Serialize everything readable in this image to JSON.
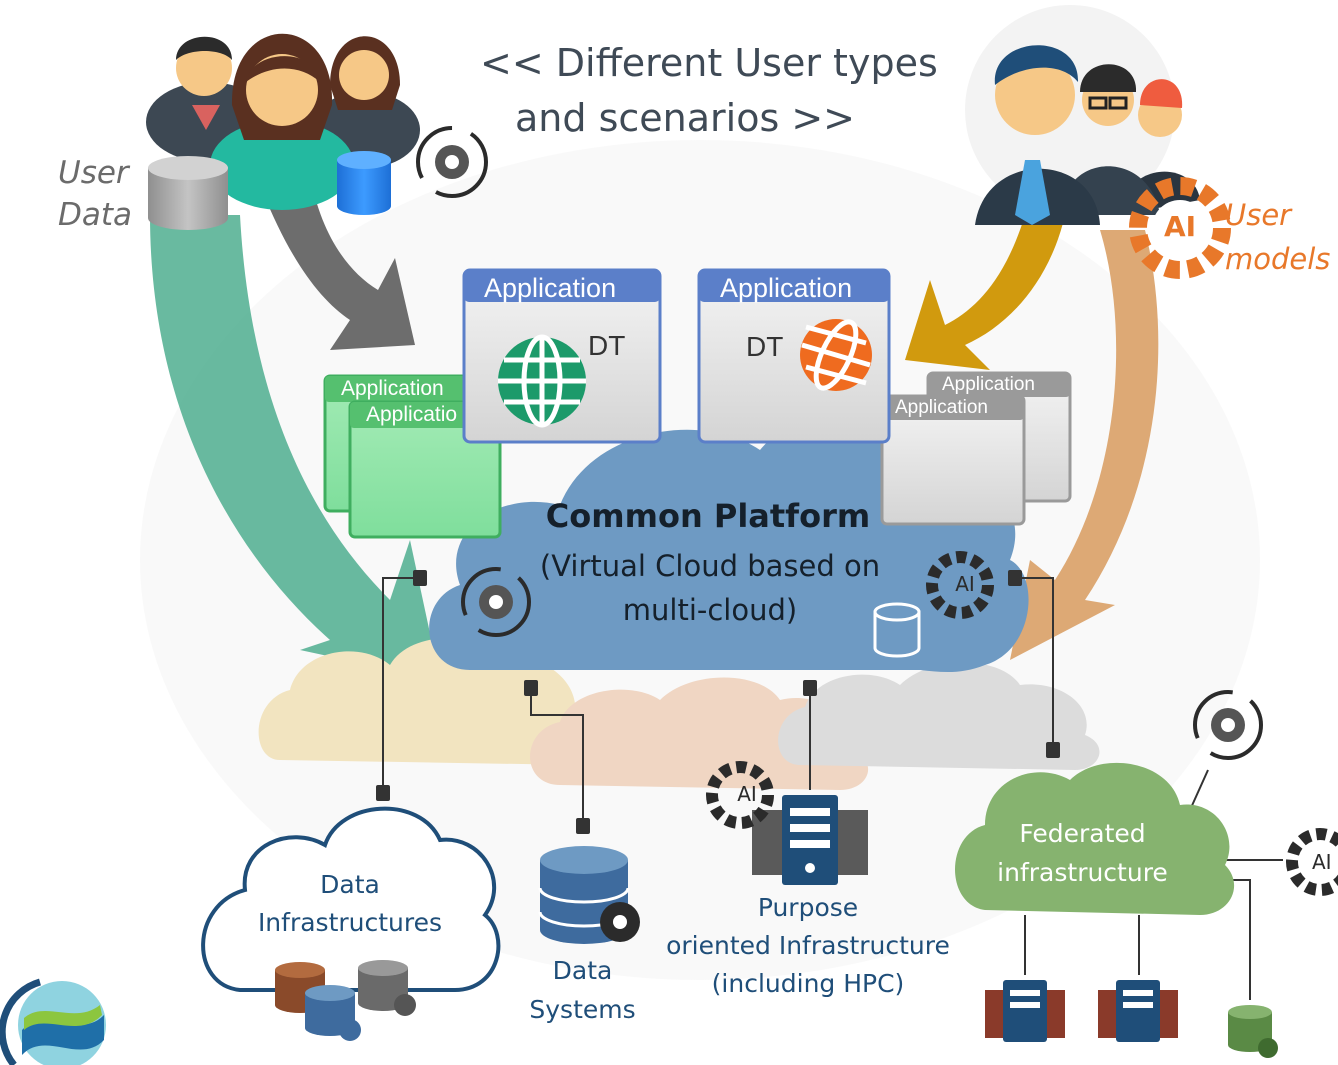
{
  "title": {
    "line1": "<< Different User types",
    "line2": "and scenarios >>"
  },
  "user_data": {
    "line1": "User",
    "line2": "Data"
  },
  "user_models": {
    "line1": "User",
    "line2": "models",
    "ai_badge": "AI"
  },
  "applications": {
    "app_label": "Application",
    "app_label_cut": "Applicatio",
    "dt_label": "DT"
  },
  "platform": {
    "title": "Common Platform",
    "line2": "(Virtual Cloud based on",
    "line3": "multi-cloud)",
    "ai_badge": "AI"
  },
  "data_infra": {
    "line1": "Data",
    "line2": "Infrastructures"
  },
  "data_systems": {
    "line1": "Data",
    "line2": "Systems"
  },
  "purpose": {
    "line1": "Purpose",
    "line2": "oriented Infrastructure",
    "line3": "(including HPC)",
    "ai_badge": "AI"
  },
  "federated": {
    "line1": "Federated",
    "line2": "infrastructure",
    "ai_badge": "AI"
  },
  "colors": {
    "teal_arrow": "#4fae8f",
    "gray_arrow": "#6d6d6d",
    "gold_arrow": "#d19a0e",
    "tan_arrow": "#d9a066",
    "platform_cloud": "#6e9ac3",
    "federated_cloud": "#86b36f",
    "app_bar": "#5b7fc9",
    "orange": "#e8782a",
    "navy": "#1f4e79"
  }
}
